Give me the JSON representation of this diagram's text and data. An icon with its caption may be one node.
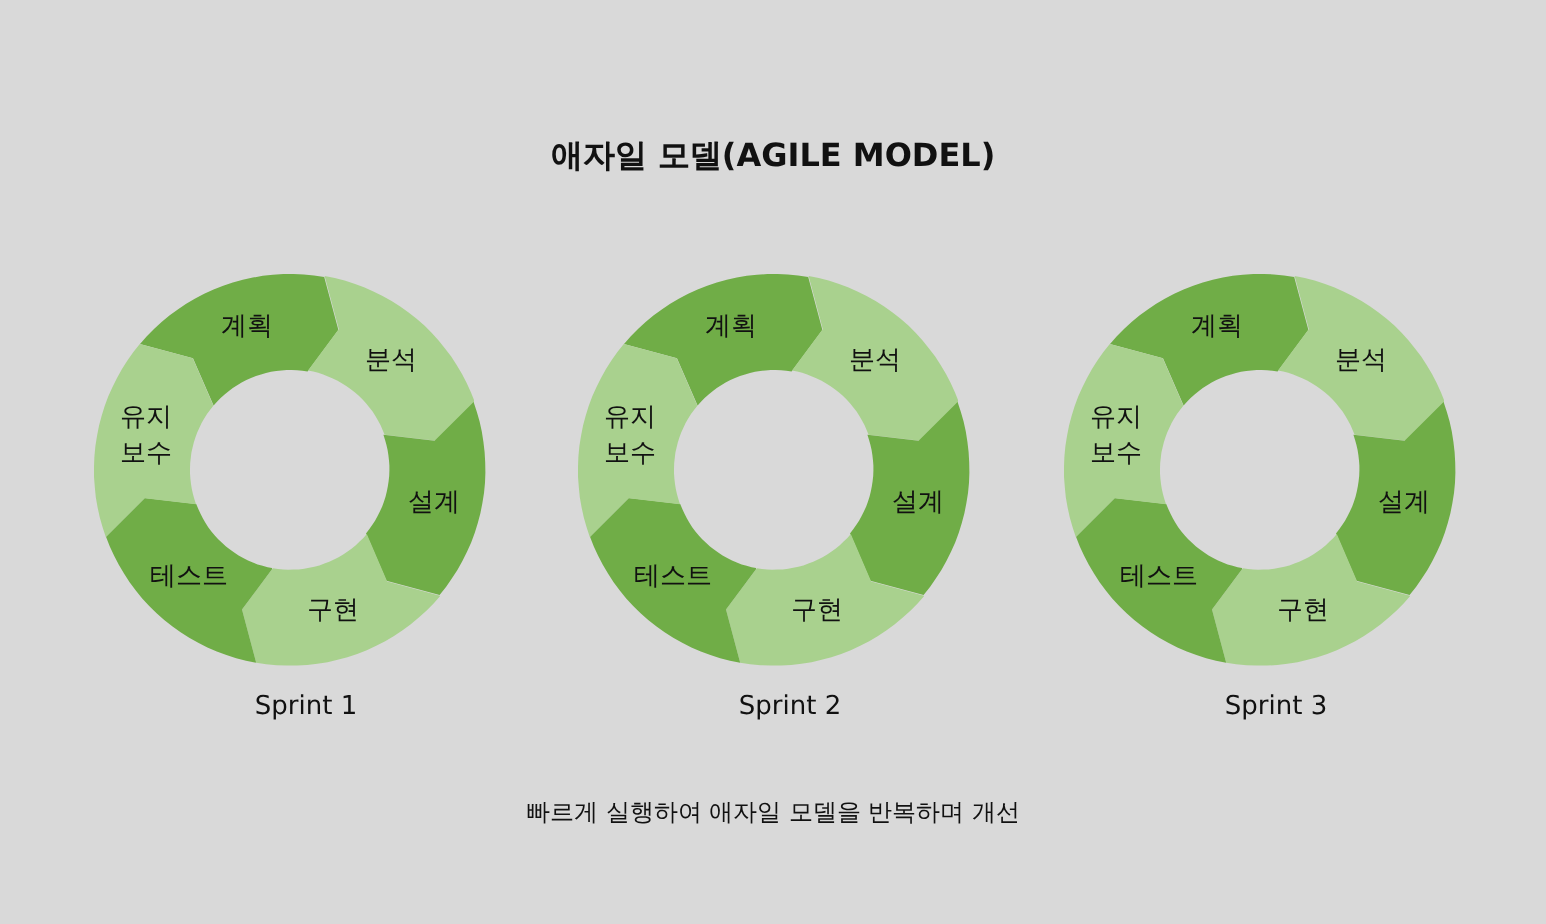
{
  "diagram": {
    "title": "애자일 모델(AGILE MODEL)",
    "nodes": [
      {
        "text": [
          "계획"
        ]
      },
      {
        "text": [
          "분석"
        ]
      },
      {
        "text": [
          "설계"
        ]
      },
      {
        "text": [
          "구현"
        ]
      },
      {
        "text": [
          "테스트"
        ]
      },
      {
        "text": [
          "유지 보수"
        ]
      },
      {
        "text": [
          "계획"
        ]
      },
      {
        "text": [
          "분석"
        ]
      },
      {
        "text": [
          "설계"
        ]
      },
      {
        "text": [
          "구현"
        ]
      },
      {
        "text": [
          "테스트"
        ]
      },
      {
        "text": [
          "유지 보수"
        ]
      },
      {
        "text": [
          "계획"
        ]
      },
      {
        "text": [
          "분석"
        ]
      },
      {
        "text": [
          "설계"
        ]
      },
      {
        "text": [
          "구현"
        ]
      },
      {
        "text": [
          "테스트"
        ]
      },
      {
        "text": [
          "유지 보수"
        ]
      }
    ],
    "labels": [
      "Sprint 1",
      "Sprint 2",
      "Sprint 3"
    ],
    "caption": "빠르게 실행하여 애자일 모델을 반복하며 개선"
  }
}
